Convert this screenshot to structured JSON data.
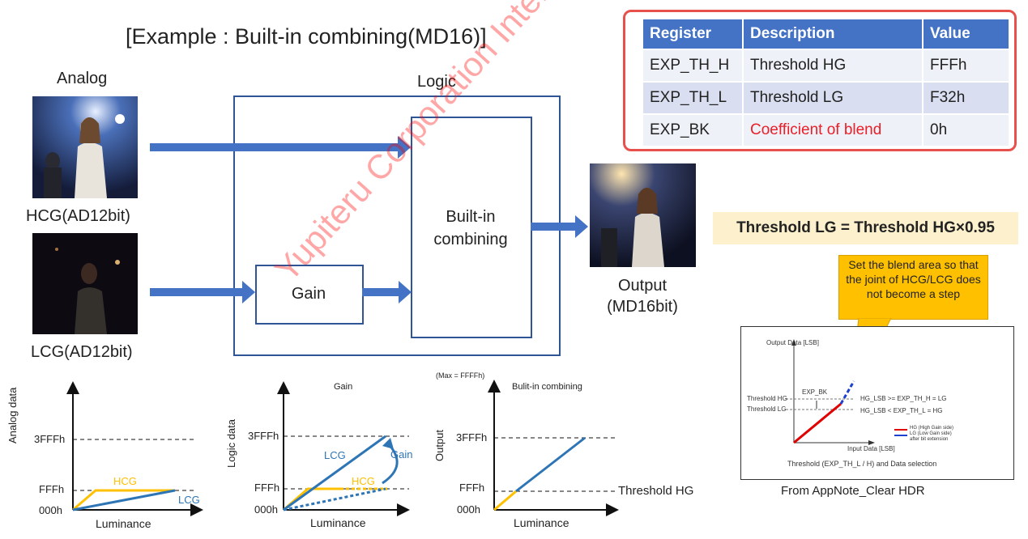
{
  "title": "[Example : Built-in combining(MD16)]",
  "labels": {
    "analog": "Analog",
    "logic": "Logic",
    "hcg": "HCG(AD12bit)",
    "lcg": "LCG(AD12bit)",
    "gain": "Gain",
    "builtin": "Built-in combining",
    "output": "Output (MD16bit)"
  },
  "register_table": {
    "headers": [
      "Register",
      "Description",
      "Value"
    ],
    "rows": [
      {
        "register": "EXP_TH_H",
        "description": "Threshold HG",
        "value": "FFFh"
      },
      {
        "register": "EXP_TH_L",
        "description": "Threshold LG",
        "value": "F32h"
      },
      {
        "register": "EXP_BK",
        "description": "Coefficient of blend",
        "value": "0h"
      }
    ],
    "highlight_color": "#e8504b"
  },
  "formula": "Threshold LG = Threshold HG×0.95",
  "callout": "Set the blend area so that the joint of HCG/LCG does not become a step",
  "appnote": {
    "y_axis": "Output Data [LSB]",
    "x_axis": "Input Data [LSB]",
    "exp_bk": "EXP_BK",
    "th_hg": "Threshold HG",
    "th_lg": "Threshold LG",
    "cond_hg": "HG_LSB >= EXP_TH_H = LG",
    "cond_lg": "HG_LSB < EXP_TH_L = HG",
    "legend_hg": "HG (High Gain side)",
    "legend_lg": "LG (Low Gain side)",
    "legend_lg2": "after bit extension",
    "caption": "Threshold (EXP_TH_L / H) and Data selection",
    "source": "From AppNote_Clear HDR"
  },
  "watermark": "Yupiteru Corporation Internal Use only",
  "colors": {
    "hcg": "#ffc000",
    "lcg": "#2e75b6",
    "arrow": "#4472c4",
    "accent_red": "#e8504b"
  },
  "graphs": {
    "analog": {
      "ylabel": "Analog data",
      "xlabel": "Luminance",
      "t3fff": "3FFFh",
      "tfff": "FFFh",
      "t000": "000h",
      "hcg": "HCG",
      "lcg": "LCG"
    },
    "logic": {
      "title": "Gain",
      "ylabel": "Logic data",
      "xlabel": "Luminance",
      "t3fff": "3FFFh",
      "tfff": "FFFh",
      "t000": "000h",
      "lcg": "LCG",
      "hcg": "HCG",
      "gain": "Gain"
    },
    "output": {
      "max": "(Max = FFFFh)",
      "title": "Bulit-in combining",
      "ylabel": "Output",
      "xlabel": "Luminance",
      "t3fff": "3FFFh",
      "tfff": "FFFh",
      "t000": "000h",
      "threshold": "Threshold HG"
    }
  }
}
